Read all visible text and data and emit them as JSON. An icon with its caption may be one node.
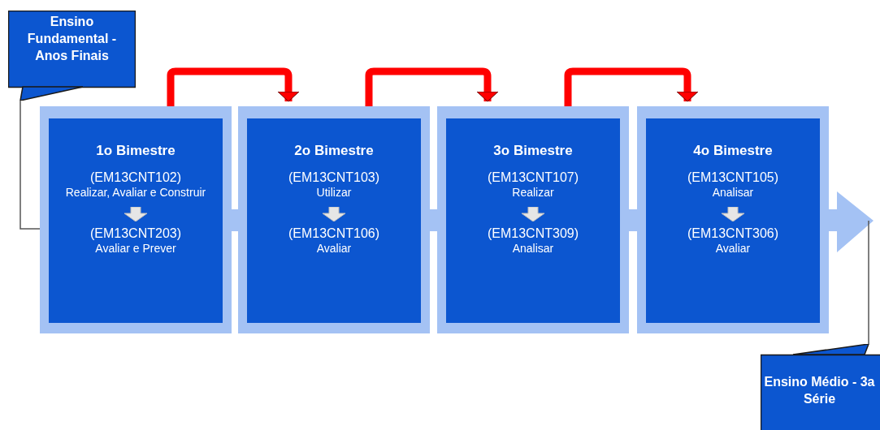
{
  "diagram": {
    "nodes": [
      {
        "text": [
          "Ensino Fundamental - Anos Finais"
        ]
      },
      {
        "text": [
          "1o Bimestre",
          "(EM13CNT102)",
          "Realizar, Avaliar e Construir",
          "(EM13CNT203)",
          "Avaliar e Prever"
        ]
      },
      {
        "text": [
          "2o Bimestre",
          "(EM13CNT103)",
          "Utilizar",
          "(EM13CNT106)",
          "Avaliar"
        ]
      },
      {
        "text": [
          "3o Bimestre",
          "(EM13CNT107)",
          "Realizar",
          "(EM13CNT309)",
          "Analisar"
        ]
      },
      {
        "text": [
          "4o Bimestre",
          "(EM13CNT105)",
          "Analisar",
          "(EM13CNT306)",
          "Avaliar"
        ]
      },
      {
        "text": [
          "Ensino Médio - 3a Série"
        ]
      }
    ],
    "edges": [
      {
        "from": 0,
        "to": 1,
        "arrow": "none",
        "color": "#555555"
      },
      {
        "from": 1,
        "to": 2,
        "arrow": "to"
      },
      {
        "from": 2,
        "to": 3,
        "arrow": "to"
      },
      {
        "from": 3,
        "to": 4,
        "arrow": "to"
      },
      {
        "from": 5,
        "to": null,
        "arrow": "none",
        "color": "#555555"
      }
    ]
  }
}
